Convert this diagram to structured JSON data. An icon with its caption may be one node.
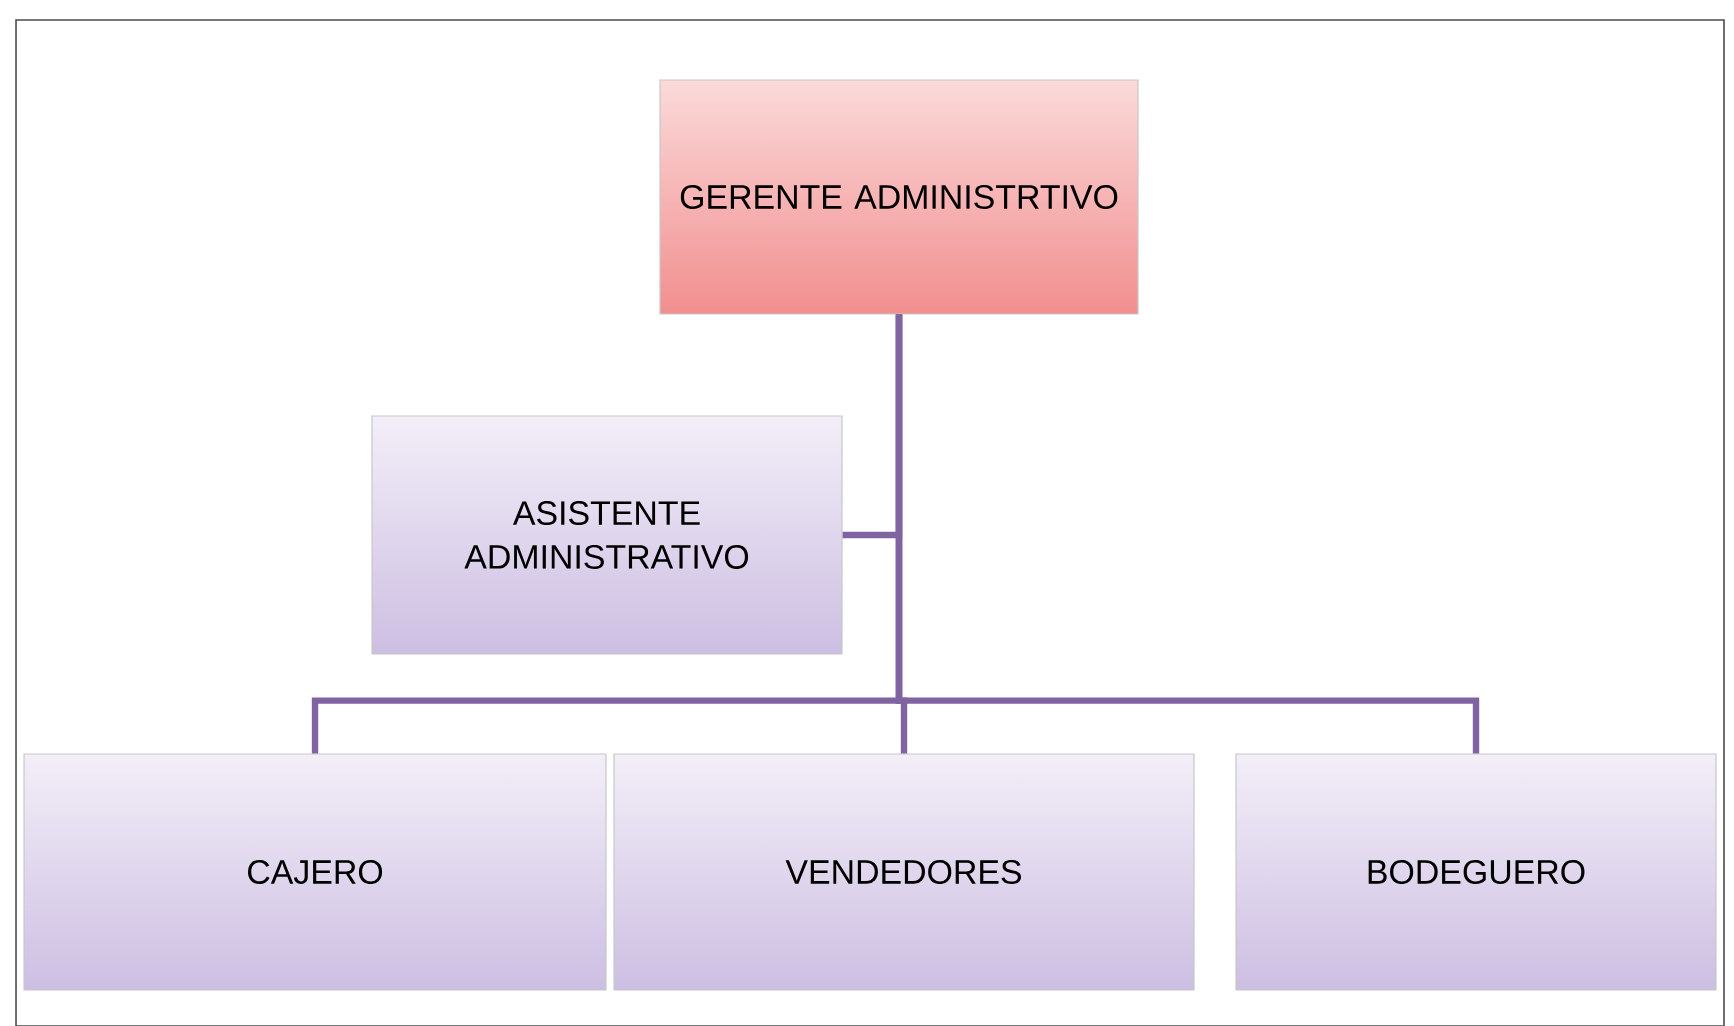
{
  "diagram": {
    "nodes": [
      {
        "text": [
          "GERENTE ADMINISTRTIVO"
        ]
      },
      {
        "text": [
          "ASISTENTE ADMINISTRATIVO"
        ]
      },
      {
        "text": [
          "CAJERO"
        ]
      },
      {
        "text": [
          "VENDEDORES"
        ]
      },
      {
        "text": [
          "BODEGUERO"
        ]
      }
    ],
    "edges": [
      {
        "from": 0,
        "to": 1,
        "arrow": "none"
      },
      {
        "from": 0,
        "to": 2,
        "arrow": "none"
      },
      {
        "from": 0,
        "to": 3,
        "arrow": "none"
      },
      {
        "from": 0,
        "to": 4,
        "arrow": "none"
      }
    ]
  }
}
